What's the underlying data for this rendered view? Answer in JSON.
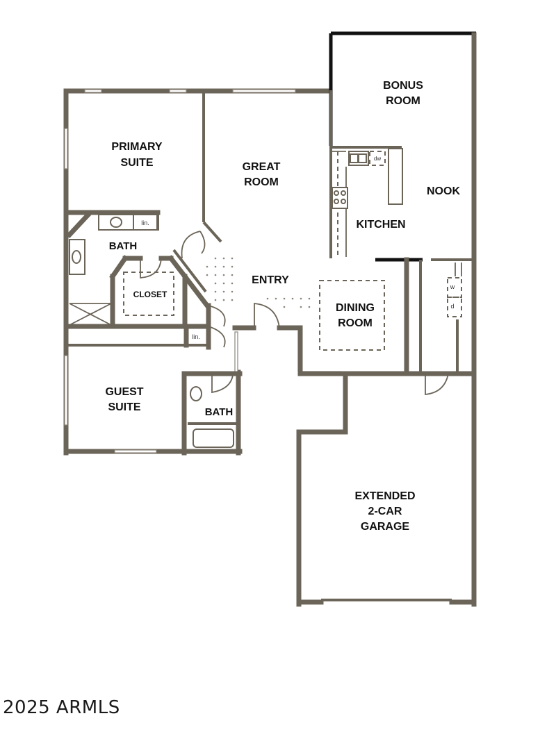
{
  "floorplan": {
    "wall_color": "#6b6458",
    "rooms": {
      "primary_suite": {
        "line1": "PRIMARY",
        "line2": "SUITE"
      },
      "great_room": {
        "line1": "GREAT",
        "line2": "ROOM"
      },
      "bonus_room": {
        "line1": "BONUS",
        "line2": "ROOM"
      },
      "nook": {
        "label": "NOOK"
      },
      "kitchen": {
        "label": "KITCHEN"
      },
      "primary_bath": {
        "label": "BATH"
      },
      "closet": {
        "label": "CLOSET"
      },
      "entry": {
        "label": "ENTRY"
      },
      "dining_room": {
        "line1": "DINING",
        "line2": "ROOM"
      },
      "guest_suite": {
        "line1": "GUEST",
        "line2": "SUITE"
      },
      "guest_bath": {
        "label": "BATH"
      },
      "garage": {
        "line1": "EXTENDED",
        "line2": "2-CAR",
        "line3": "GARAGE"
      }
    },
    "fixtures": {
      "linen_primary": "lin.",
      "linen_hall": "lin.",
      "dishwasher": "dw",
      "washer": "w",
      "dryer": "d"
    }
  },
  "copyright": "2025 ARMLS"
}
